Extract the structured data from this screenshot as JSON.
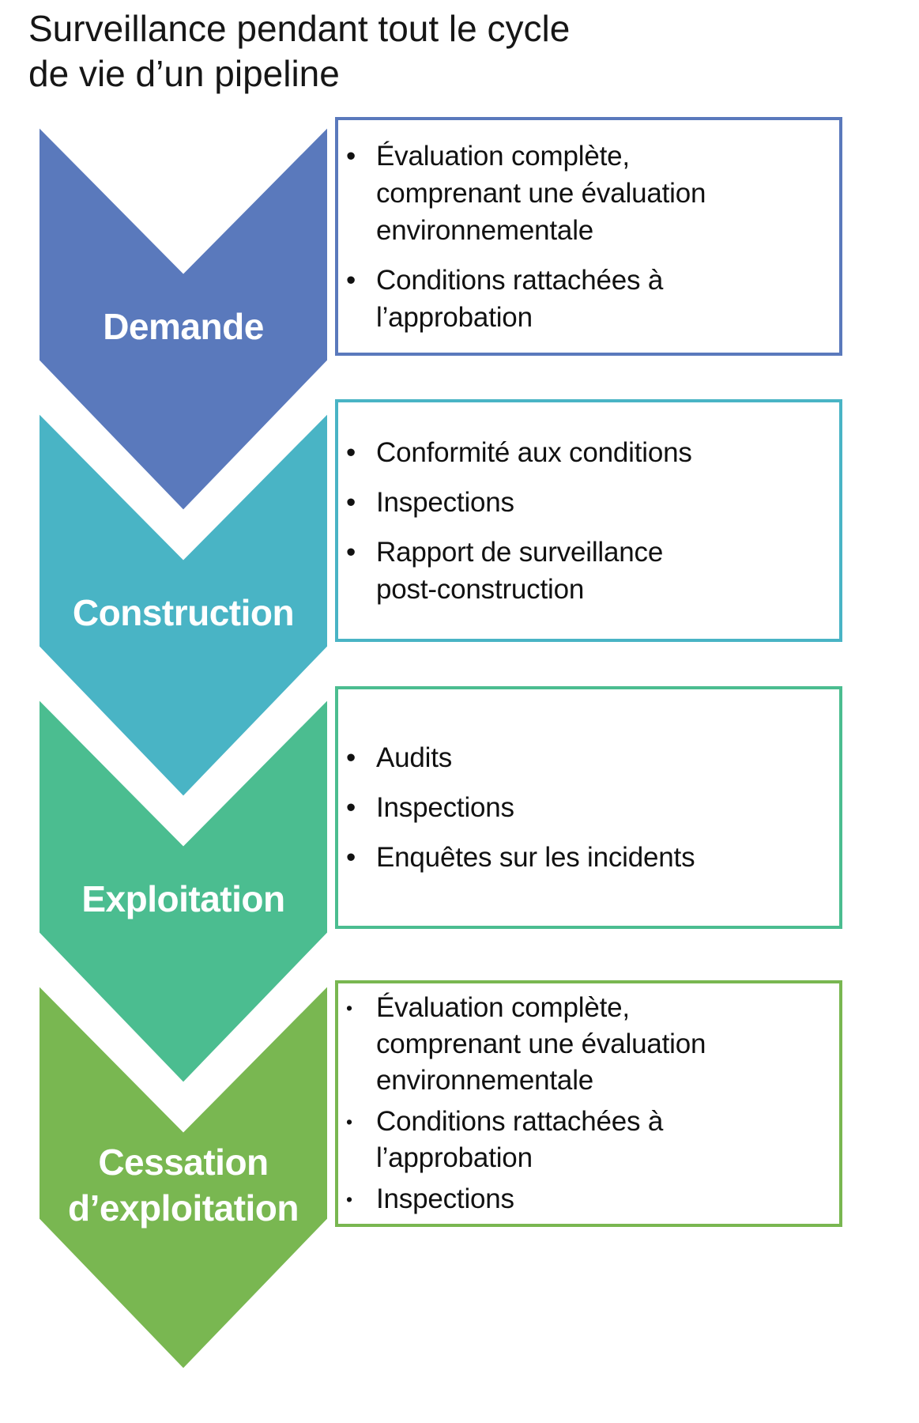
{
  "title": "Surveillance pendant tout le cycle\nde vie d’un pipeline",
  "bullet_char": "•",
  "outline_color": "#ffffff",
  "text_color": "#111111",
  "stages": [
    {
      "label": "Demande",
      "color": "#5a79bc",
      "items": [
        {
          "text": "Évaluation complète,\ncomprenant une évaluation\nenvironnementale"
        },
        {
          "text": "Conditions rattachées à\nl’approbation"
        }
      ]
    },
    {
      "label": "Construction",
      "color": "#49b4c5",
      "items": [
        {
          "text": "Conformité aux conditions"
        },
        {
          "text": "Inspections"
        },
        {
          "text": "Rapport de surveillance\npost-construction"
        }
      ]
    },
    {
      "label": "Exploitation",
      "color": "#4bbd90",
      "items": [
        {
          "text": "Audits"
        },
        {
          "text": "Inspections"
        },
        {
          "text": "Enquêtes sur les incidents"
        }
      ]
    },
    {
      "label": "Cessation\nd’exploitation",
      "color": "#79b751",
      "items": [
        {
          "text": "Évaluation complète,\ncomprenant une évaluation\nenvironnementale"
        },
        {
          "text": "Conditions rattachées à\nl’approbation"
        },
        {
          "text": "Inspections"
        }
      ]
    }
  ]
}
